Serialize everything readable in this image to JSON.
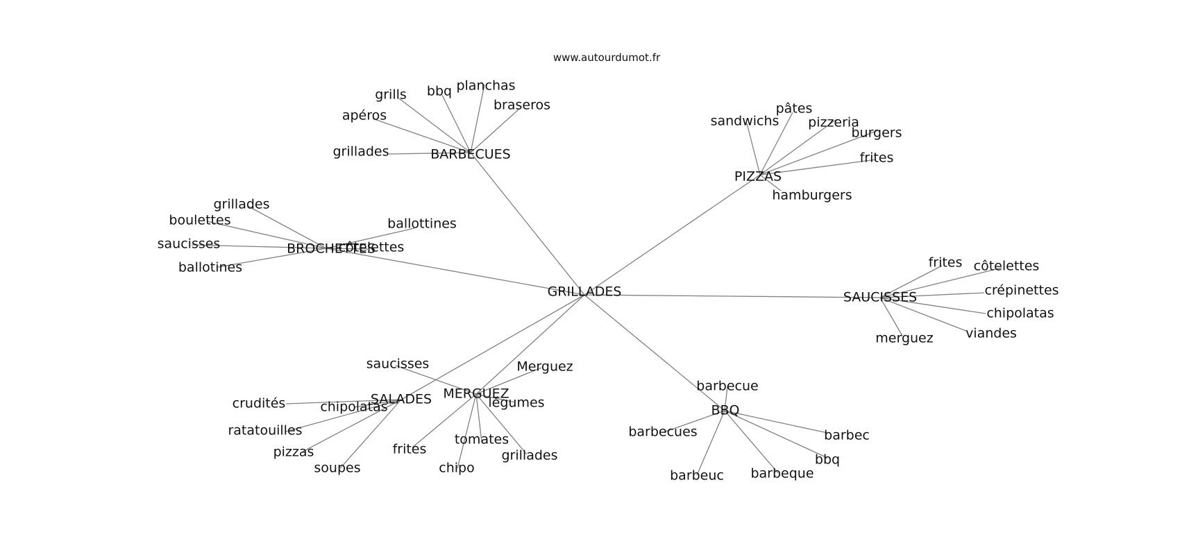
{
  "source": "www.autourdumot.fr",
  "graph": {
    "center": "GRILLADES",
    "hubs": [
      {
        "word": "BARBECUES",
        "neighbors": [
          "grills",
          "bbq",
          "planchas",
          "braseros",
          "apéros",
          "grillades"
        ]
      },
      {
        "word": "PIZZAS",
        "neighbors": [
          "sandwichs",
          "pâtes",
          "pizzeria",
          "burgers",
          "frites",
          "hamburgers"
        ]
      },
      {
        "word": "BROCHETTES",
        "neighbors": [
          "grillades",
          "boulettes",
          "saucisses",
          "ballotines",
          "ballottines",
          "côtelettes"
        ]
      },
      {
        "word": "SAUCISSES",
        "neighbors": [
          "frites",
          "côtelettes",
          "crépinettes",
          "chipolatas",
          "viandes",
          "merguez"
        ]
      },
      {
        "word": "SALADES",
        "neighbors": [
          "crudités",
          "chipolatas",
          "ratatouilles",
          "pizzas",
          "soupes"
        ]
      },
      {
        "word": "MERGUEZ",
        "neighbors": [
          "saucisses",
          "Merguez",
          "légumes",
          "tomates",
          "frites",
          "chipo",
          "grillades"
        ]
      },
      {
        "word": "BBQ",
        "neighbors": [
          "barbecue",
          "barbecues",
          "barbec",
          "bbq",
          "barbeque",
          "barbeuc"
        ]
      }
    ]
  }
}
